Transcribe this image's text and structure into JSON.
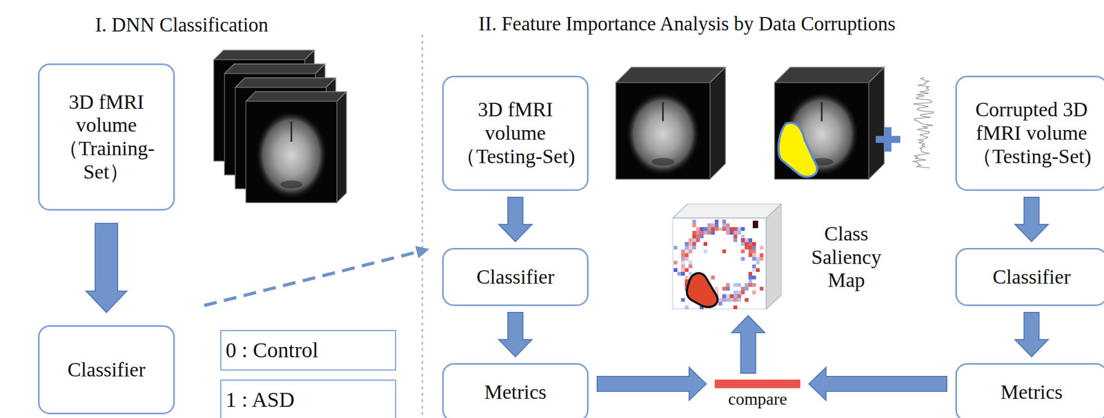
{
  "diagram": {
    "nodes": [
      {
        "text": [
          "3D fMRI volume （Training-Set）"
        ]
      },
      {
        "text": [
          "Classifier"
        ]
      },
      {
        "text": [
          "0 : Control"
        ]
      },
      {
        "text": [
          "1 : ASD"
        ]
      },
      {
        "text": [
          "3D fMRI volume （Testing-Set)"
        ]
      },
      {
        "text": [
          "Classifier"
        ]
      },
      {
        "text": [
          "Metrics"
        ]
      },
      {
        "text": [
          "Class Saliency Map"
        ]
      },
      {
        "text": [
          "compare"
        ]
      },
      {
        "text": [
          "Corrupted 3D fMRI volume （Testing-Set)"
        ]
      },
      {
        "text": [
          "Classifier"
        ]
      },
      {
        "text": [
          "Metrics"
        ]
      }
    ],
    "edges": [
      {
        "from": 0,
        "to": 1,
        "arrow": "to"
      },
      {
        "from": 1,
        "to": 5,
        "arrow": "to"
      },
      {
        "from": 4,
        "to": 5,
        "arrow": "to"
      },
      {
        "from": 5,
        "to": 6,
        "arrow": "to"
      },
      {
        "from": 9,
        "to": 10,
        "arrow": "to"
      },
      {
        "from": 10,
        "to": 11,
        "arrow": "to"
      },
      {
        "from": 6,
        "to": 8,
        "arrow": "to"
      },
      {
        "from": 11,
        "to": 8,
        "arrow": "to"
      },
      {
        "from": 8,
        "to": 7,
        "arrow": "to"
      }
    ],
    "labels": [
      "I. DNN Classification",
      "II. Feature Importance Analysis by Data Corruptions"
    ]
  }
}
